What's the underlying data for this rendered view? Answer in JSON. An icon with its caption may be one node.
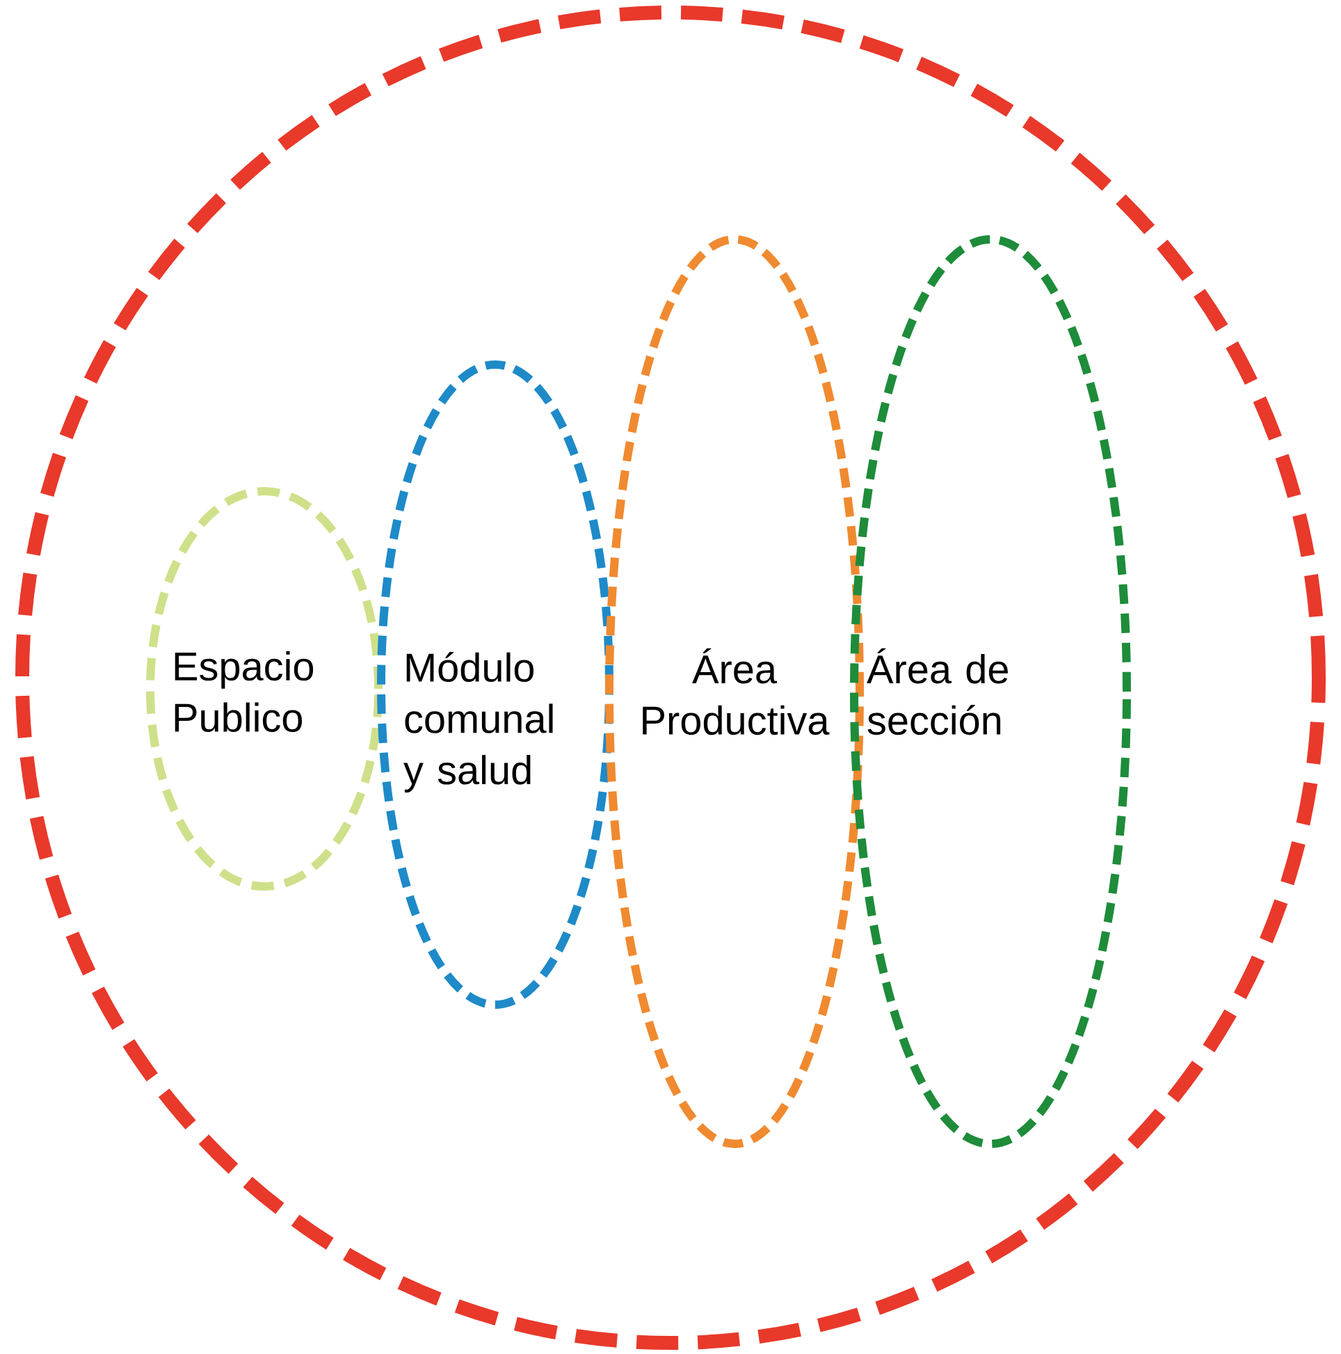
{
  "diagram": {
    "nodes": [
      {
        "text": [],
        "shape": "circle"
      },
      {
        "text": [
          "Espacio Publico"
        ],
        "in": 0
      },
      {
        "text": [
          "Módulo comunal y salud"
        ],
        "in": 0
      },
      {
        "text": [
          "Área Productiva"
        ],
        "in": 0
      },
      {
        "text": [
          "Área de sección"
        ],
        "in": 0
      }
    ]
  }
}
